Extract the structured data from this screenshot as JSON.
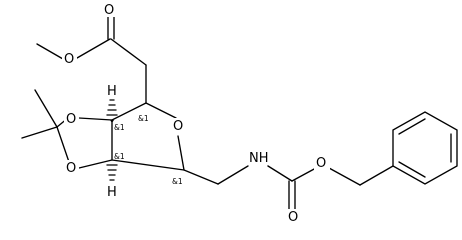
{
  "molecule": {
    "atoms": {
      "carbonyl_oxygen_top": "O",
      "ester_oxygen": "O",
      "ring_oxygen": "O",
      "dioxolane_oxygen_upper": "O",
      "dioxolane_oxygen_lower": "O",
      "hydrogen_upper": "H",
      "hydrogen_lower": "H",
      "amine": "NH",
      "carbamate_oxygen": "O",
      "carbamate_carbonyl_oxygen": "O"
    },
    "stereo_labels": {
      "c1": "&1",
      "c2": "&1",
      "c3": "&1",
      "c4": "&1"
    }
  }
}
